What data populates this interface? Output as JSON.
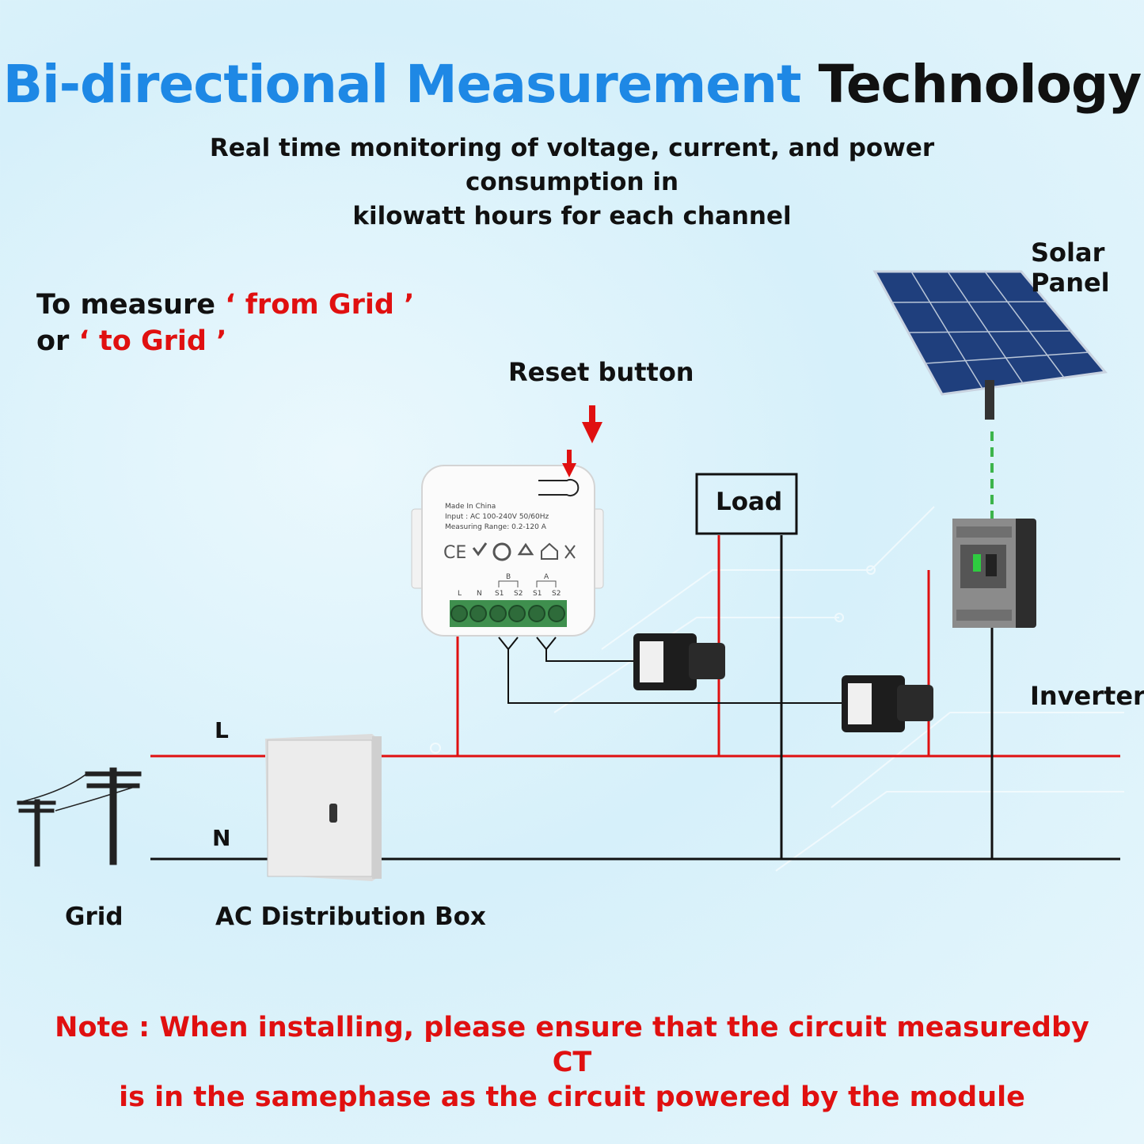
{
  "title": {
    "part1": "Bi-directional Measurement",
    "part2": "Technology"
  },
  "subtitle": {
    "line1": "Real time monitoring of voltage, current, and power consumption in",
    "line2": "kilowatt hours for each channel"
  },
  "measure": {
    "line1_prefix": "To measure",
    "line1_highlight": "‘ from Grid ’",
    "line2_prefix": "or",
    "line2_highlight": "‘ to Grid ’"
  },
  "labels": {
    "reset_button": "Reset button",
    "solar_panel_1": "Solar",
    "solar_panel_2": "Panel",
    "load": "Load",
    "inverter": "Inverter",
    "line_l": "L",
    "line_n": "N",
    "grid": "Grid",
    "distribution_box": "AC Distribution Box"
  },
  "module": {
    "made_in": "Made In China",
    "input": "Input : AC 100-240V 50/60Hz",
    "range": "Measuring Range: 0.2-120 A",
    "terminals": [
      "L",
      "N",
      "S1",
      "S2",
      "S1",
      "S2"
    ],
    "group_b": "B",
    "group_a": "A"
  },
  "note": {
    "line1": "Note : When installing, please ensure that the circuit measuredby CT",
    "line2": "is in the samephase as the circuit powered by the module"
  },
  "colors": {
    "blue": "#1e88e5",
    "red": "#e01010",
    "wire_black": "#111111",
    "dashed_green": "#3cb44b"
  }
}
